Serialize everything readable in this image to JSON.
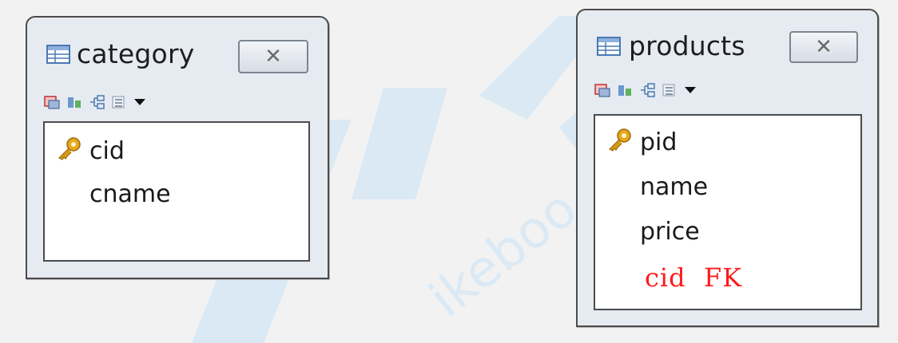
{
  "tables": [
    {
      "title": "category",
      "fields": [
        {
          "name": "cid",
          "primary_key": true
        },
        {
          "name": "cname",
          "primary_key": false
        }
      ]
    },
    {
      "title": "products",
      "fields": [
        {
          "name": "pid",
          "primary_key": true
        },
        {
          "name": "name",
          "primary_key": false
        },
        {
          "name": "price",
          "primary_key": false
        }
      ],
      "annotation": "cid  FK"
    }
  ],
  "watermark_text": "ikeboo.com",
  "colors": {
    "annotation": "#ff1a1a",
    "watermark": "#cfe3f3",
    "window_bg": "#e6ebf1"
  },
  "icons": [
    "table-icon",
    "close-icon",
    "key-icon",
    "toolbar-icons"
  ]
}
